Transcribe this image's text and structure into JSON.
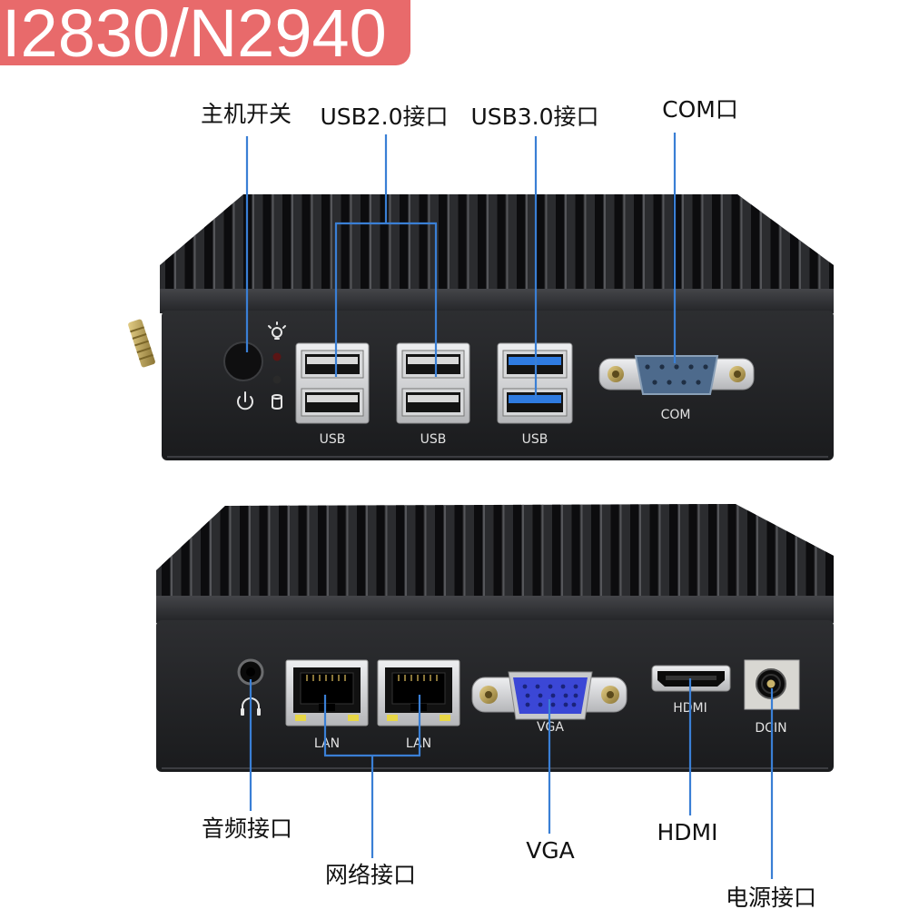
{
  "badge": {
    "text": "I2830/N2940",
    "color": "#e86a6b"
  },
  "callouts": {
    "power_switch": "主机开关",
    "usb2": "USB2.0接口",
    "usb3": "USB3.0接口",
    "com": "COM口",
    "audio": "音频接口",
    "network": "网络接口",
    "vga": "VGA",
    "hdmi": "HDMI",
    "power_input": "电源接口"
  },
  "front_panel": {
    "usb_labels": [
      "USB",
      "USB",
      "USB"
    ],
    "com_label": "COM",
    "icons": [
      "power-icon",
      "lightbulb-icon",
      "disk-icon"
    ]
  },
  "rear_panel": {
    "lan_labels": [
      "LAN",
      "LAN"
    ],
    "vga_label": "VGA",
    "hdmi_label": "HDMI",
    "dc_label": "DCIN",
    "icons": [
      "headphone-icon"
    ]
  },
  "colors": {
    "leader_line": "#3a7fd5",
    "housing": "#2b2c2f",
    "usb3_tongue": "#2f7be0",
    "usb2_tongue": "#d9d9d9",
    "vga_connector": "#3b47d6",
    "com_connector": "#4d6a8c",
    "lan_led": "#e7d646"
  }
}
